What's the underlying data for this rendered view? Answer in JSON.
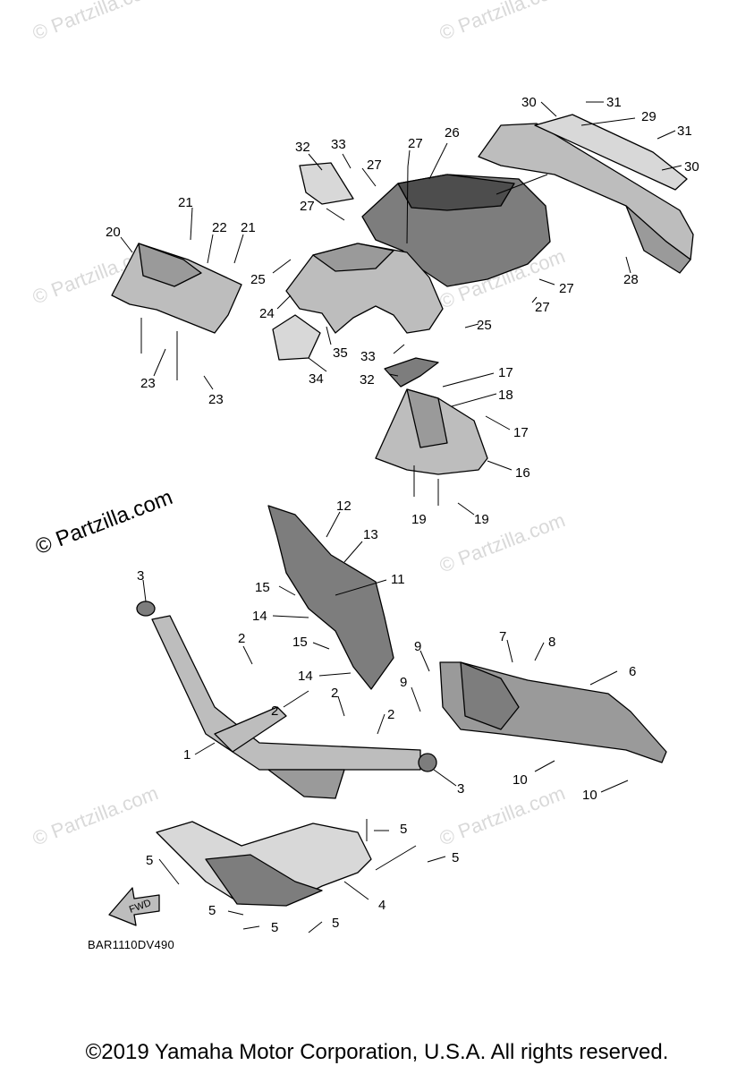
{
  "watermark": "© Partzilla.com",
  "watermark_faint": "© Partzilla.com",
  "diagram_code": "BAR1110DV490",
  "fwd_label": "FWD",
  "copyright": "©2019 Yamaha Motor Corporation, U.S.A. All rights reserved.",
  "callouts": [
    "1",
    "2",
    "2",
    "2",
    "2",
    "3",
    "3",
    "4",
    "5",
    "5",
    "5",
    "5",
    "5",
    "5",
    "6",
    "7",
    "8",
    "9",
    "9",
    "10",
    "10",
    "11",
    "12",
    "13",
    "14",
    "14",
    "15",
    "15",
    "16",
    "17",
    "17",
    "18",
    "19",
    "19",
    "20",
    "21",
    "21",
    "22",
    "23",
    "23",
    "24",
    "25",
    "25",
    "26",
    "27",
    "27",
    "27",
    "27",
    "27",
    "28",
    "29",
    "30",
    "30",
    "31",
    "31",
    "32",
    "32",
    "33",
    "33",
    "34",
    "35"
  ]
}
